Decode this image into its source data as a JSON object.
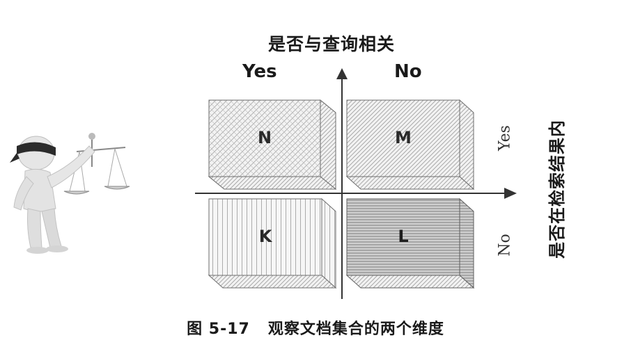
{
  "diagram": {
    "top_title": "是否与查询相关",
    "column_labels": {
      "left": "Yes",
      "right": "No"
    },
    "side_title": "是否在检索结果内",
    "row_labels": {
      "top": "Yes",
      "bottom": "No"
    },
    "quadrants": {
      "top_left": "N",
      "top_right": "M",
      "bottom_left": "K",
      "bottom_right": "L"
    }
  },
  "caption": {
    "number": "图 5-17",
    "text": "观察文档集合的两个维度"
  },
  "colors": {
    "box_face": "#f2f2f2",
    "box_hatch": "#9a9a9a",
    "box_edge": "#6e6e6e",
    "axis": "#333333"
  }
}
